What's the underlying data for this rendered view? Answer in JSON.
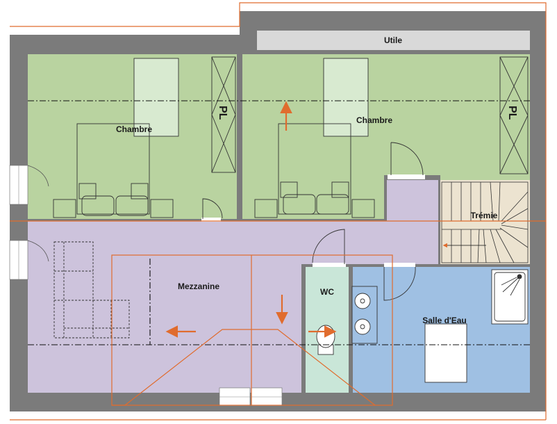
{
  "plan": {
    "rooms": [
      {
        "id": "chambre-left",
        "label": "Chambre",
        "color": "#b9d3a0"
      },
      {
        "id": "chambre-right",
        "label": "Chambre",
        "color": "#b9d3a0"
      },
      {
        "id": "mezzanine",
        "label": "Mezzanine",
        "color": "#cdc3dc"
      },
      {
        "id": "wc",
        "label": "WC",
        "color": "#c9e6d8"
      },
      {
        "id": "salle-eau",
        "label": "Salle d'Eau",
        "color": "#9fc0e3"
      },
      {
        "id": "tremie",
        "label": "Trémie",
        "color": "#ece3d0"
      },
      {
        "id": "utile",
        "label": "Utile",
        "color": "#d9d9d9"
      }
    ],
    "closets": [
      "PL",
      "PL"
    ],
    "colors": {
      "wall": "#7b7b7b",
      "roof_line": "#e06c2e",
      "arrow": "#e06c2e",
      "hall": "#cdc3dc"
    }
  }
}
